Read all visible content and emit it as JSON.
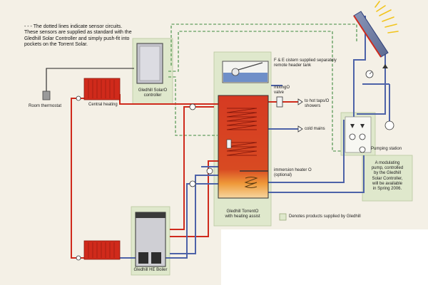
{
  "notes": {
    "sensor_line1": "- - - The dotted lines indicate sensor circuits.",
    "sensor_line2": "These sensors are supplied as standard with the",
    "sensor_line3": "Gledhill Solar Controller and simply push-fit into",
    "sensor_line4": "pockets on the Torrent Solar."
  },
  "labels": {
    "room_thermostat": "Room thermostat",
    "central_heating": "Central heating",
    "solar_controller_1": "Gledhill SolarO",
    "solar_controller_2": "controller",
    "fe_cistern_1": "F & E cistern supplied separately",
    "fe_cistern_2": "remote header tank",
    "mixing_valve_1": "mixingO",
    "mixing_valve_2": "valve",
    "hot_taps_1": "to hot taps/O",
    "hot_taps_2": "showers",
    "cold_mains": "cold mains",
    "immersion_1": "immersion heater O",
    "immersion_2": "(optional)",
    "torrent_1": "Gledhill TorrentO",
    "torrent_2": "with heating assist",
    "he_boiler": "Gledhill HE Boiler",
    "pumping_station": "Pumping station",
    "modulating_1": "A modulating",
    "modulating_2": "pump, controlled",
    "modulating_3": "by the Gledhill",
    "modulating_4": "Solar Controller,",
    "modulating_5": "will be available",
    "modulating_6": "in Spring 2006.",
    "legend": "Denotes products supplied by Gledhill"
  },
  "colors": {
    "background": "#f4f0e6",
    "red_pipe": "#cf2a1c",
    "blue_pipe": "#4d62a8",
    "green_dashed": "#3e8a3e",
    "gledhill_box": "#dfe8cc",
    "tank_red": "#d8341f",
    "radiator_red": "#d02a1b",
    "sun_yellow": "#f2c41c"
  }
}
